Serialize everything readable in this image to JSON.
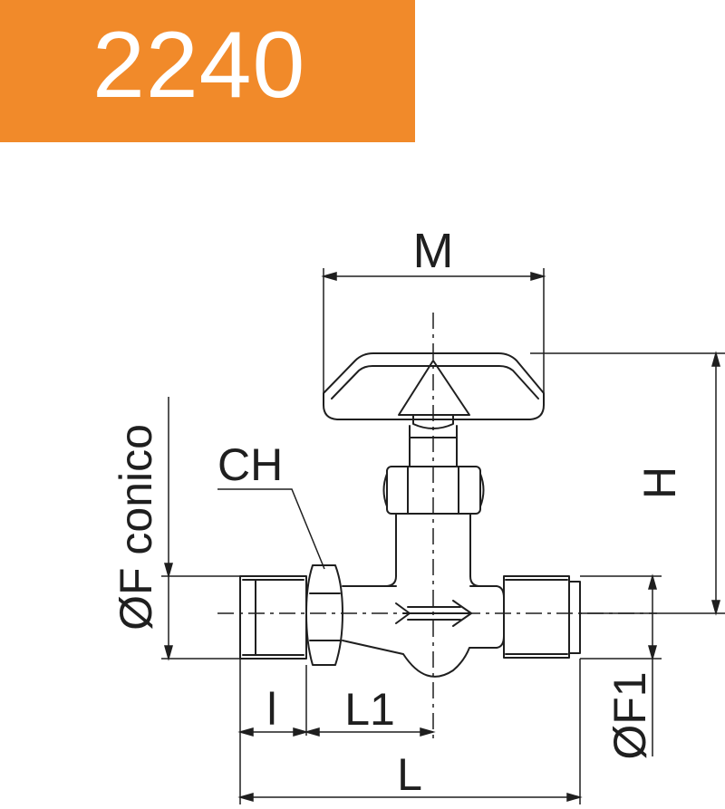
{
  "header": {
    "code": "2240",
    "background": "#f18a2a",
    "text_color": "#ffffff"
  },
  "dimensions": {
    "M": "M",
    "H": "H",
    "CH": "CH",
    "F_conico": "ØF conico",
    "F1": "ØF1",
    "l": "l",
    "L1": "L1",
    "L": "L"
  },
  "colors": {
    "line": "#1f1f1f"
  }
}
